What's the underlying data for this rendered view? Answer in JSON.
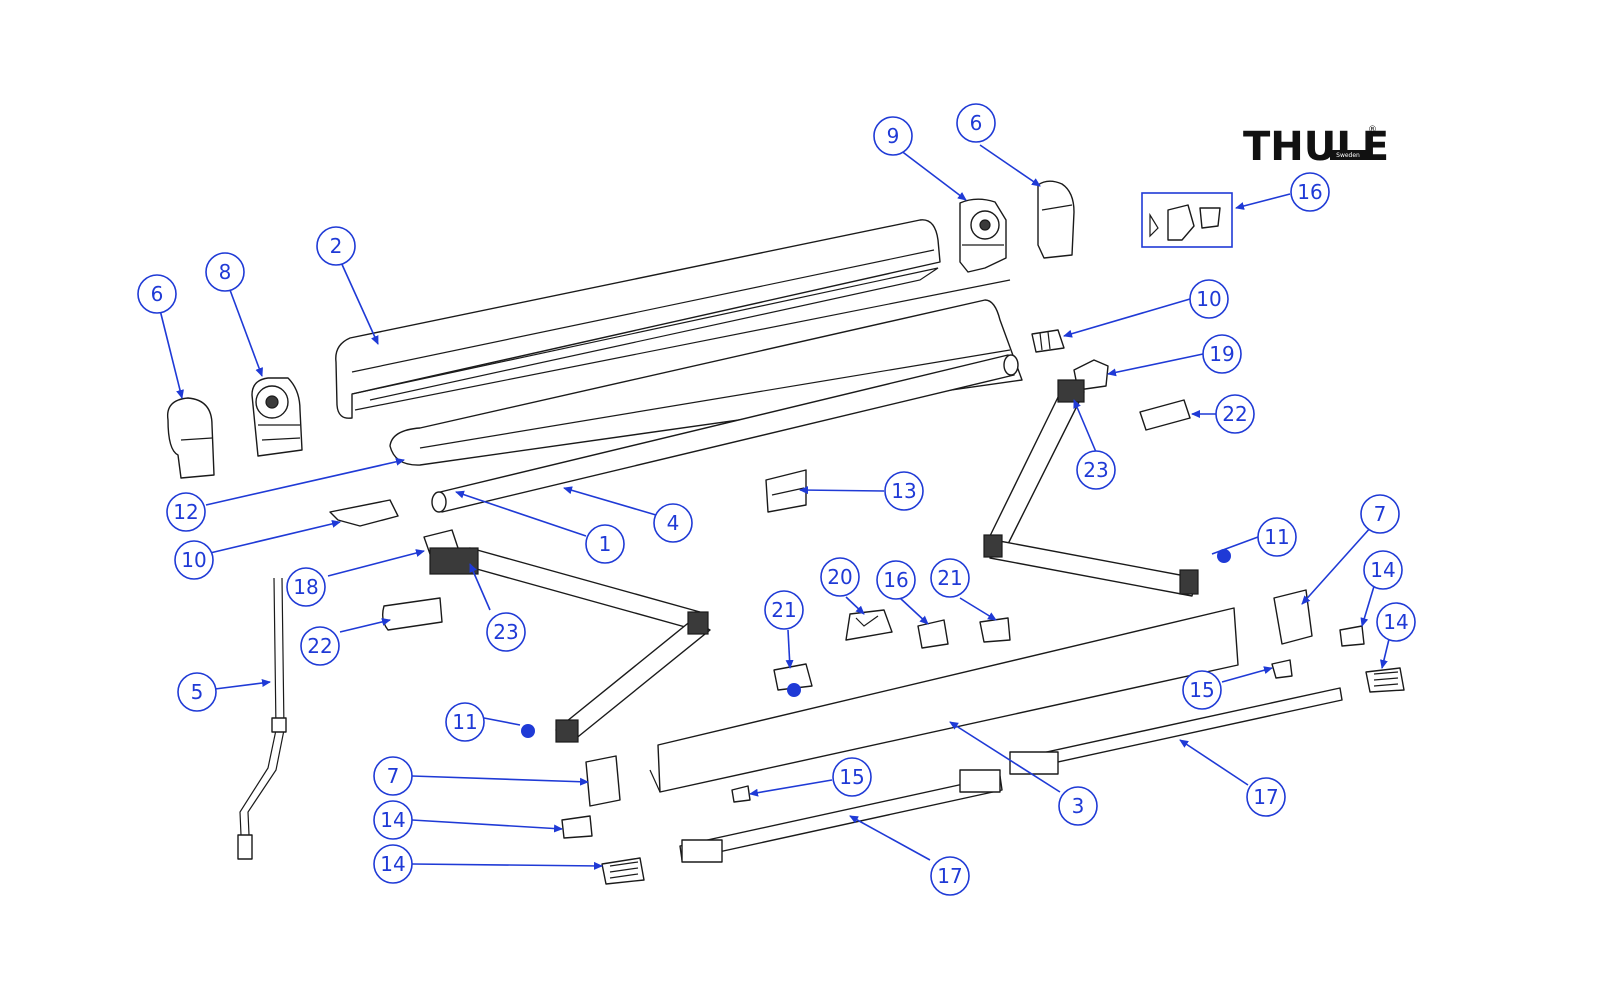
{
  "logo": {
    "text": "THULE",
    "sub": "Sweden",
    "reg": "®"
  },
  "colors": {
    "callout": "#1f3ad6",
    "line": "#1a1a1a",
    "background": "#ffffff"
  },
  "callouts": [
    {
      "id": "c-2",
      "label": "2"
    },
    {
      "id": "c-8",
      "label": "8"
    },
    {
      "id": "c-6a",
      "label": "6"
    },
    {
      "id": "c-9",
      "label": "9"
    },
    {
      "id": "c-6b",
      "label": "6"
    },
    {
      "id": "c-16a",
      "label": "16"
    },
    {
      "id": "c-10a",
      "label": "10"
    },
    {
      "id": "c-19",
      "label": "19"
    },
    {
      "id": "c-22a",
      "label": "22"
    },
    {
      "id": "c-23a",
      "label": "23"
    },
    {
      "id": "c-12",
      "label": "12"
    },
    {
      "id": "c-13",
      "label": "13"
    },
    {
      "id": "c-4",
      "label": "4"
    },
    {
      "id": "c-1",
      "label": "1"
    },
    {
      "id": "c-10b",
      "label": "10"
    },
    {
      "id": "c-11a",
      "label": "11"
    },
    {
      "id": "c-7a",
      "label": "7"
    },
    {
      "id": "c-18",
      "label": "18"
    },
    {
      "id": "c-20",
      "label": "20"
    },
    {
      "id": "c-16b",
      "label": "16"
    },
    {
      "id": "c-21a",
      "label": "21"
    },
    {
      "id": "c-21b",
      "label": "21"
    },
    {
      "id": "c-14a",
      "label": "14"
    },
    {
      "id": "c-14b",
      "label": "14"
    },
    {
      "id": "c-22b",
      "label": "22"
    },
    {
      "id": "c-23b",
      "label": "23"
    },
    {
      "id": "c-5",
      "label": "5"
    },
    {
      "id": "c-15a",
      "label": "15"
    },
    {
      "id": "c-11b",
      "label": "11"
    },
    {
      "id": "c-7b",
      "label": "7"
    },
    {
      "id": "c-15b",
      "label": "15"
    },
    {
      "id": "c-17a",
      "label": "17"
    },
    {
      "id": "c-3",
      "label": "3"
    },
    {
      "id": "c-14c",
      "label": "14"
    },
    {
      "id": "c-14d",
      "label": "14"
    },
    {
      "id": "c-17b",
      "label": "17"
    }
  ]
}
